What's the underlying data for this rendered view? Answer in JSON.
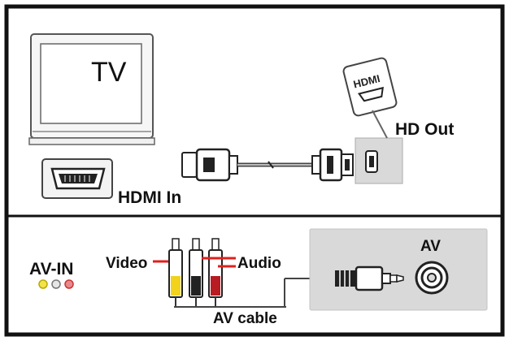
{
  "labels": {
    "tv": "TV",
    "hdmi_tag": "HDMI",
    "hd_out": "HD Out",
    "hdmi_in": "HDMI In",
    "av_in": "AV-IN",
    "video": "Video",
    "audio": "Audio",
    "av": "AV",
    "av_cable": "AV cable"
  },
  "colors": {
    "frame": "#111111",
    "panel_gray": "#d9d9d9",
    "callout_red": "#e0201c",
    "jack_yellow": "#f2d21b",
    "jack_white": "#f4f4f4",
    "jack_red": "#d3222a",
    "av_jack_dot_yellow": "#f2e34a",
    "av_jack_dot_white": "#e6e6e6",
    "av_jack_dot_red": "#e8898c"
  }
}
